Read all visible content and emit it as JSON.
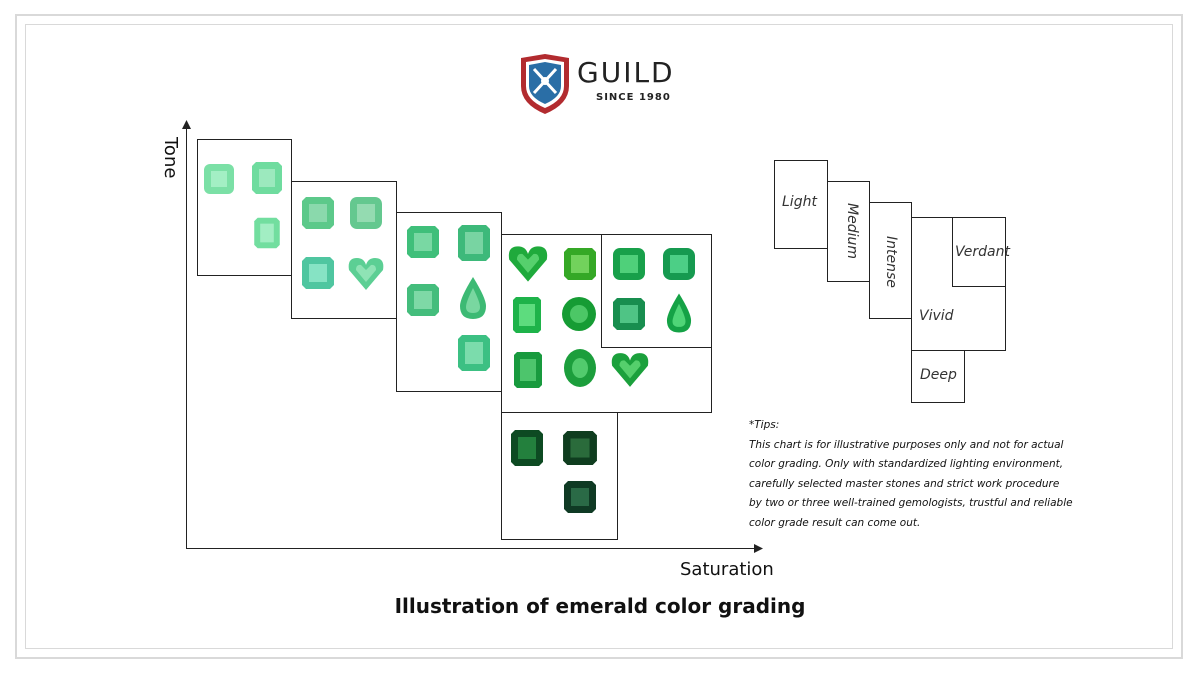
{
  "brand": {
    "name": "GUILD",
    "tagline": "SINCE 1980"
  },
  "axes": {
    "y_label": "Tone",
    "x_label": "Saturation"
  },
  "grade_legend": {
    "labels": [
      "Light",
      "Medium",
      "Intense",
      "Vivid",
      "Verdant",
      "Deep"
    ]
  },
  "tips": {
    "heading": "*Tips:",
    "lines": [
      "This chart is for illustrative purposes only and not for actual",
      "color grading. Only with standardized lighting environment,",
      "carefully selected master stones and strict work procedure",
      "by two or three well-trained gemologists, trustful and reliable",
      "color grade result can come out."
    ]
  },
  "caption": "Illustration of emerald color grading",
  "colors": {
    "light_stone": "#7be0a6",
    "medium_stone": "#5cc98a",
    "intense_stone": "#3fbf7a",
    "vivid_stone": "#1faa3c",
    "verdant_stone": "#18a04a",
    "deep_stone": "#0d4a22",
    "logo_red": "#b22b2f",
    "logo_blue": "#2a6ea6"
  },
  "stone_groups": [
    {
      "group": "light",
      "shapes": [
        "cushion",
        "emerald",
        "emerald"
      ]
    },
    {
      "group": "medium",
      "shapes": [
        "emerald",
        "emerald",
        "emerald",
        "heart"
      ]
    },
    {
      "group": "intense",
      "shapes": [
        "emerald",
        "emerald",
        "emerald",
        "pear",
        "emerald"
      ]
    },
    {
      "group": "vivid",
      "shapes": [
        "heart",
        "emerald",
        "emerald",
        "round",
        "emerald",
        "oval",
        "heart"
      ]
    },
    {
      "group": "verdant",
      "shapes": [
        "cushion",
        "cushion",
        "emerald",
        "pear"
      ]
    },
    {
      "group": "deep",
      "shapes": [
        "emerald",
        "emerald",
        "emerald"
      ]
    }
  ]
}
